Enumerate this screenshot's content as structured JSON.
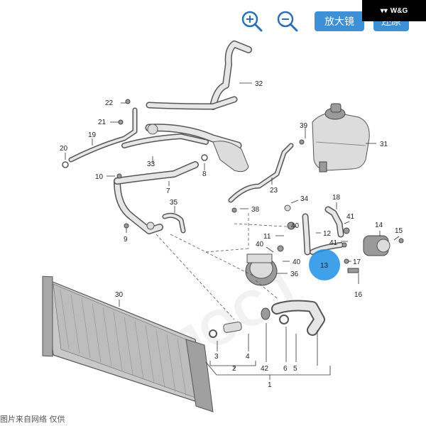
{
  "toolbar": {
    "zoom_in_icon": "magnifier-plus-icon",
    "zoom_out_icon": "magnifier-minus-icon",
    "magnifier_label": "放大镜",
    "restore_label": "还原"
  },
  "brand": {
    "text": "W&G"
  },
  "watermark": {
    "text": "JOCJ"
  },
  "caption": {
    "text": "图片来自网络 仅供"
  },
  "callouts": [
    {
      "id": "c1",
      "label": "1"
    },
    {
      "id": "c2",
      "label": "2"
    },
    {
      "id": "c3",
      "label": "3"
    },
    {
      "id": "c4",
      "label": "4"
    },
    {
      "id": "c5",
      "label": "5"
    },
    {
      "id": "c6",
      "label": "6"
    },
    {
      "id": "c7",
      "label": "7"
    },
    {
      "id": "c8",
      "label": "8"
    },
    {
      "id": "c9",
      "label": "9"
    },
    {
      "id": "c10",
      "label": "10"
    },
    {
      "id": "c11",
      "label": "11"
    },
    {
      "id": "c12",
      "label": "12"
    },
    {
      "id": "c13",
      "label": "13"
    },
    {
      "id": "c14",
      "label": "14"
    },
    {
      "id": "c15",
      "label": "15"
    },
    {
      "id": "c16",
      "label": "16"
    },
    {
      "id": "c17",
      "label": "17"
    },
    {
      "id": "c18",
      "label": "18"
    },
    {
      "id": "c19",
      "label": "19"
    },
    {
      "id": "c20",
      "label": "20"
    },
    {
      "id": "c21",
      "label": "21"
    },
    {
      "id": "c22",
      "label": "22"
    },
    {
      "id": "c23",
      "label": "23"
    },
    {
      "id": "c30",
      "label": "30"
    },
    {
      "id": "c31",
      "label": "31"
    },
    {
      "id": "c32",
      "label": "32"
    },
    {
      "id": "c33",
      "label": "33"
    },
    {
      "id": "c34",
      "label": "34"
    },
    {
      "id": "c35",
      "label": "35"
    },
    {
      "id": "c36",
      "label": "36"
    },
    {
      "id": "c38",
      "label": "38"
    },
    {
      "id": "c39",
      "label": "39"
    },
    {
      "id": "c40a",
      "label": "40"
    },
    {
      "id": "c40b",
      "label": "40"
    },
    {
      "id": "c40c",
      "label": "40"
    },
    {
      "id": "c41a",
      "label": "41"
    },
    {
      "id": "c41b",
      "label": "41"
    },
    {
      "id": "c42",
      "label": "42"
    }
  ],
  "colors": {
    "highlight": "#1e90e6",
    "toolbar_button": "#3d8fd6",
    "icon_blue": "#2b6fb8"
  }
}
